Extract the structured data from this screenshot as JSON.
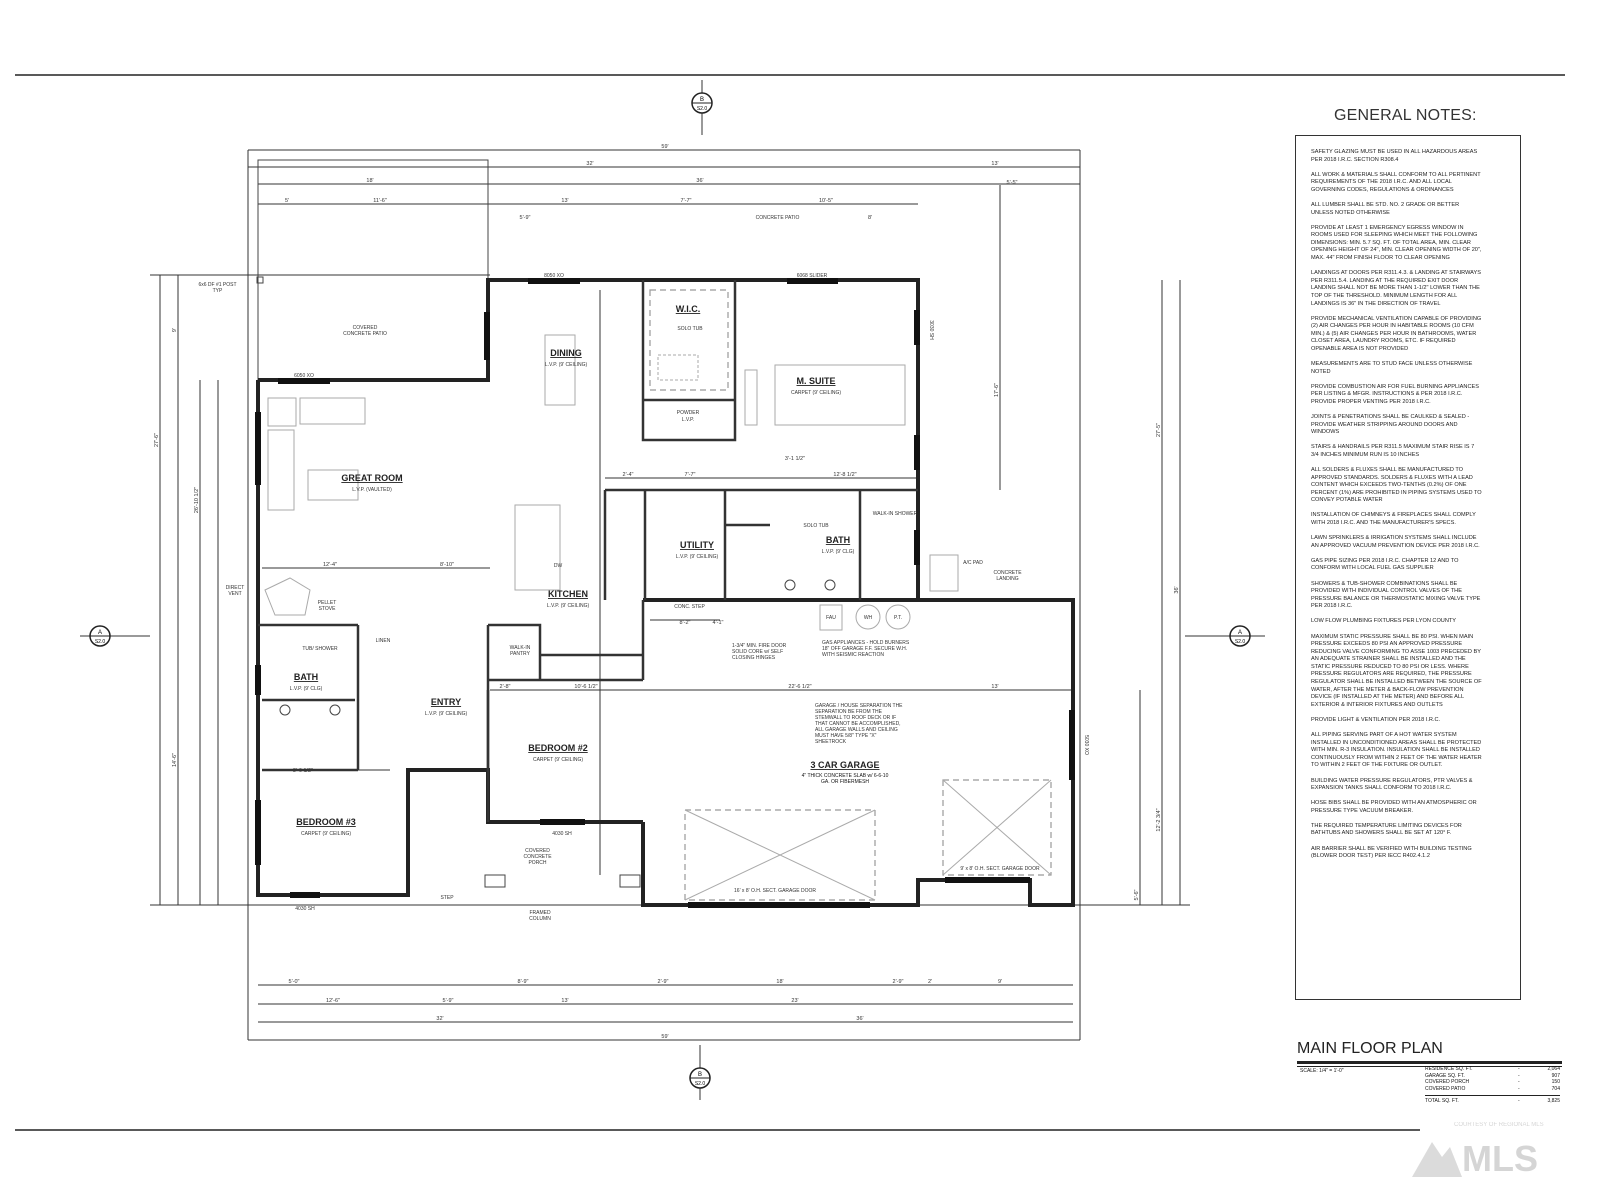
{
  "plan": {
    "rooms": [
      {
        "name": "GREAT ROOM",
        "sub": "L.V.P. (VAULTED)"
      },
      {
        "name": "DINING",
        "sub": "L.V.P. (9' CEILING)"
      },
      {
        "name": "W.I.C.",
        "sub": ""
      },
      {
        "name": "M. SUITE",
        "sub": "CARPET (9' CEILING)"
      },
      {
        "name": "POWDER",
        "sub": "L.V.P."
      },
      {
        "name": "KITCHEN",
        "sub": "L.V.P. (9' CEILING)"
      },
      {
        "name": "UTILITY",
        "sub": "L.V.P. (9' CEILING)"
      },
      {
        "name": "BATH",
        "sub": "L.V.P. (9' CLG)"
      },
      {
        "name": "BATH",
        "sub": "L.V.P. (9' CLG)"
      },
      {
        "name": "ENTRY",
        "sub": "L.V.P. (9' CEILING)"
      },
      {
        "name": "BEDROOM #2",
        "sub": "CARPET (9' CEILING)"
      },
      {
        "name": "BEDROOM #3",
        "sub": "CARPET (9' CEILING)"
      },
      {
        "name": "3 CAR GARAGE",
        "sub": "4\" THICK CONCRETE SLAB w/ 6-6-10 GA. OR FIBERMESH"
      }
    ],
    "labels": {
      "covered_patio": "COVERED CONCRETE PATIO",
      "concrete_patio": "CONCRETE PATIO",
      "covered_porch": "COVERED CONCRETE PORCH",
      "framed_column": "FRAMED COLUMN",
      "post": "6x6 DF #1 POST TYP",
      "direct_vent": "DIRECT VENT",
      "pellet_stove": "PELLET STOVE",
      "walkin_pantry": "WALK-IN PANTRY",
      "ac_pad": "A/C PAD",
      "concrete_landing": "CONCRETE LANDING",
      "garage_door_16": "16' x 8' O.H. SECT. GARAGE DOOR",
      "garage_door_9": "9' x 8' O.H. SECT. GARAGE DOOR",
      "fire_door": "1-3/4\" MIN. FIRE DOOR SOLID CORE w/ SELF CLOSING HINGES",
      "gas_appliance": "GAS APPLIANCES - HOLD BURNERS 18\" OFF GARAGE F.F. SECURE W.H. WITH SEISMIC REACTION",
      "garage_separation": "GARAGE / HOUSE SEPARATION THE SEPARATION BE FROM THE STEMWALL TO ROOF DECK OR IF THAT CANNOT BE ACCOMPLISHED, ALL GARAGE WALLS AND CEILING MUST HAVE 5/8\" TYPE \"X\" SHEETROCK",
      "conc_step": "CONC. STEP",
      "step": "STEP",
      "fau": "FAU",
      "wh": "WH",
      "pt": "P.T.",
      "solo_tub": "SOLO TUB",
      "walkin_shower": "WALK-IN SHOWER",
      "tub_shower": "TUB/ SHOWER",
      "linen": "LINEN",
      "dw": "DW",
      "win_8050_xo": "8050 XO",
      "win_6068_slider": "6068 SLIDER",
      "win_6050_xo": "6050 XO",
      "win_4030_sh": "4030 SH",
      "win_3030_sh": "3030 SH",
      "win_5030_xo": "5030 XO",
      "section_b": "B",
      "section_a": "A",
      "sheet": "S2.0"
    },
    "dims_top": [
      "59'",
      "32'",
      "18'",
      "36'",
      "13'",
      "5'",
      "11'-6\"",
      "5'-9\"",
      "13'",
      "7'-7\"",
      "10'-5\"",
      "8'",
      "5'-5\""
    ],
    "dims_bottom": [
      "5'-0\"",
      "12'-6\"",
      "5'-9\"",
      "8'-9\"",
      "13'",
      "2'-9\"",
      "18'",
      "2'-9\"",
      "2'",
      "9'",
      "23'",
      "36'",
      "32'",
      "59'"
    ],
    "dims_left": [
      "27'-6\"",
      "14'-6\"",
      "26'-10 1/2\"",
      "9'"
    ],
    "dims_right": [
      "36'",
      "27'-5\"",
      "17'-6\"",
      "12'-2 3/4\"",
      "5'-6\""
    ],
    "dims_inner": [
      "12'-4\"",
      "8'-10\"",
      "22'-6 1/2\"",
      "13'",
      "7'-7\"",
      "12'-8 1/2\"",
      "2'-4\"",
      "3'-1 1/2\"",
      "10'-6 1/2\"",
      "8'-6 1/2\"",
      "8'-2\"",
      "4'-1\"",
      "2'-8\""
    ]
  },
  "notes": {
    "title": "GENERAL NOTES:",
    "items": [
      "SAFETY GLAZING MUST BE USED IN ALL HAZARDOUS AREAS PER 2018 I.R.C. SECTION R308.4",
      "ALL WORK & MATERIALS SHALL CONFORM TO ALL PERTINENT REQUIREMENTS OF THE 2018 I.R.C. AND ALL LOCAL GOVERNING CODES, REGULATIONS & ORDINANCES",
      "ALL LUMBER SHALL BE STD. NO. 2 GRADE OR BETTER UNLESS NOTED OTHERWISE",
      "PROVIDE AT LEAST 1 EMERGENCY EGRESS WINDOW IN ROOMS USED FOR SLEEPING WHICH MEET THE FOLLOWING DIMENSIONS: MIN. 5.7 SQ. FT. OF TOTAL AREA, MIN. CLEAR OPENING HEIGHT OF 24\", MIN. CLEAR OPENING WIDTH OF 20\", MAX. 44\" FROM FINISH FLOOR TO CLEAR OPENING",
      "LANDINGS AT DOORS PER R311.4.3. & LANDING AT STAIRWAYS PER R311.5.4. LANDING AT THE REQUIRED EXIT DOOR LANDING SHALL NOT BE MORE THAN 1-1/2\" LOWER THAN THE TOP OF THE THRESHOLD. MINIMUM LENGTH FOR ALL LANDINGS IS 36\" IN THE DIRECTION OF TRAVEL",
      "PROVIDE MECHANICAL VENTILATION CAPABLE OF PROVIDING (2) AIR CHANGES PER HOUR IN HABITABLE ROOMS (10 CFM MIN.) & (5) AIR CHANGES PER HOUR IN BATHROOMS, WATER CLOSET AREA, LAUNDRY ROOMS, ETC. IF REQUIRED OPENABLE AREA IS NOT PROVIDED",
      "MEASUREMENTS ARE TO STUD FACE UNLESS OTHERWISE NOTED",
      "PROVIDE COMBUSTION AIR FOR FUEL BURNING APPLIANCES PER LISTING & MFGR. INSTRUCTIONS & PER 2018 I.R.C. PROVIDE PROPER VENTING PER 2018 I.R.C.",
      "JOINTS & PENETRATIONS SHALL BE CAULKED & SEALED - PROVIDE WEATHER STRIPPING AROUND DOORS AND WINDOWS",
      "STAIRS & HANDRAILS PER R311.5 MAXIMUM STAIR RISE IS 7 3/4 INCHES MINIMUM RUN IS 10 INCHES",
      "ALL SOLDERS & FLUXES SHALL BE MANUFACTURED TO APPROVED STANDARDS. SOLDERS & FLUXES WITH A LEAD CONTENT WHICH EXCEEDS TWO-TENTHS (0.2%) OF ONE PERCENT (1%) ARE PROHIBITED IN PIPING SYSTEMS USED TO CONVEY POTABLE WATER",
      "INSTALLATION OF CHIMNEYS & FIREPLACES SHALL COMPLY WITH 2018 I.R.C. AND THE MANUFACTURER'S SPECS.",
      "LAWN SPRINKLERS & IRRIGATION SYSTEMS SHALL INCLUDE AN APPROVED VACUUM PREVENTION DEVICE PER 2018 I.R.C.",
      "GAS PIPE SIZING PER 2018 I.R.C. CHAPTER 12 AND TO CONFORM WITH LOCAL FUEL GAS SUPPLIER",
      "SHOWERS & TUB-SHOWER COMBINATIONS SHALL BE PROVIDED WITH INDIVIDUAL CONTROL VALVES OF THE PRESSURE BALANCE OR THERMOSTATIC MIXING VALVE TYPE PER 2018 I.R.C.",
      "LOW FLOW PLUMBING FIXTURES PER LYON COUNTY",
      "MAXIMUM STATIC PRESSURE SHALL BE 80 PSI. WHEN MAIN PRESSURE EXCEEDS 80 PSI AN APPROVED PRESSURE REDUCING VALVE CONFORMING TO ASSE 1003 PRECEDED BY AN ADEQUATE STRAINER SHALL BE INSTALLED AND THE STATIC PRESSURE REDUCED TO 80 PSI OR LESS. WHERE PRESSURE REGULATORS ARE REQUIRED, THE PRESSURE REGULATOR SHALL BE INSTALLED BETWEEN THE SOURCE OF WATER, AFTER THE METER & BACK-FLOW PREVENTION DEVICE (IF INSTALLED AT THE METER) AND BEFORE ALL EXTERIOR & INTERIOR FIXTURES AND OUTLETS",
      "PROVIDE LIGHT & VENTILATION PER 2018 I.R.C.",
      "ALL PIPING SERVING PART OF A HOT WATER SYSTEM INSTALLED IN UNCONDITIONED AREAS SHALL BE PROTECTED WITH MIN. R-3 INSULATION. INSULATION SHALL BE INSTALLED CONTINUOUSLY FROM WITHIN 2 FEET OF THE WATER HEATER TO WITHIN 2 FEET OF THE FIXTURE OR OUTLET.",
      "BUILDING WATER PRESSURE REGULATORS, PTR VALVES & EXPANSION TANKS SHALL CONFORM TO 2018 I.R.C.",
      "HOSE BIBS SHALL BE PROVIDED WITH AN ATMOSPHERIC OR PRESSURE TYPE VACUUM BREAKER.",
      "THE REQUIRED TEMPERATURE LIMITING DEVICES FOR BATHTUBS AND SHOWERS SHALL BE SET AT 120° F.",
      "AIR BARRIER SHALL BE VERIFIED WITH BUILDING TESTING (BLOWER DOOR TEST) PER IECC R402.4.1.2"
    ]
  },
  "title_block": {
    "title": "MAIN FLOOR PLAN",
    "scale": "SCALE: 1/4\" = 1'-0\"",
    "areas": [
      {
        "label": "RESIDENCE SQ. FT.",
        "sep": "-",
        "value": "2,064"
      },
      {
        "label": "GARAGE SQ. FT.",
        "sep": "-",
        "value": "907"
      },
      {
        "label": "COVERED PORCH",
        "sep": "-",
        "value": "150"
      },
      {
        "label": "COVERED PATIO",
        "sep": "-",
        "value": "704"
      }
    ],
    "total": {
      "label": "TOTAL SQ. FT.",
      "sep": "-",
      "value": "3,825"
    }
  },
  "watermark": {
    "logo": "MLS",
    "credit": "COURTESY OF REGIONAL MLS"
  }
}
